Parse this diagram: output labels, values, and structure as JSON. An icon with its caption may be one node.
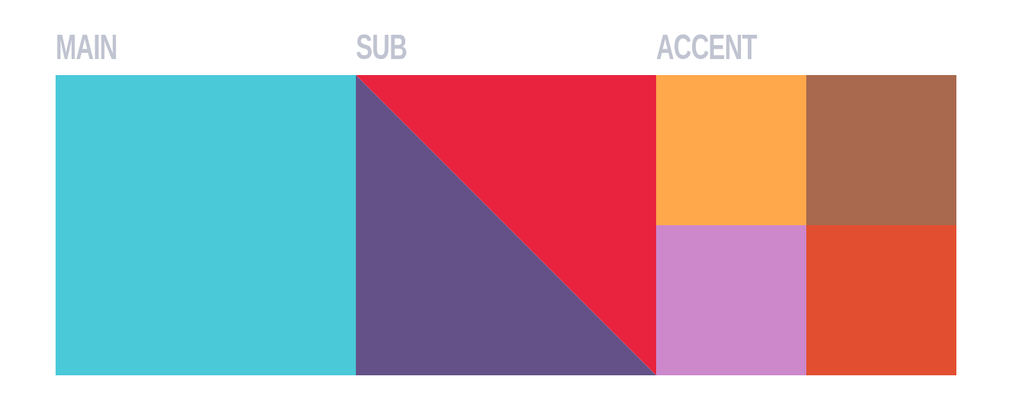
{
  "diagram": {
    "nodes": [
      {
        "text": [
          "MAIN"
        ]
      },
      {
        "text": [
          "SUB"
        ]
      },
      {
        "text": [],
        "shape": "triangle",
        "in": 1
      },
      {
        "text": [],
        "shape": "triangle",
        "in": 1
      },
      {
        "text": [
          "ACCENT"
        ]
      },
      {
        "text": [],
        "shape": "box",
        "in": 4
      },
      {
        "text": [],
        "shape": "box",
        "in": 4
      },
      {
        "text": [],
        "shape": "box",
        "in": 4
      },
      {
        "text": [],
        "shape": "box",
        "in": 4
      }
    ]
  }
}
